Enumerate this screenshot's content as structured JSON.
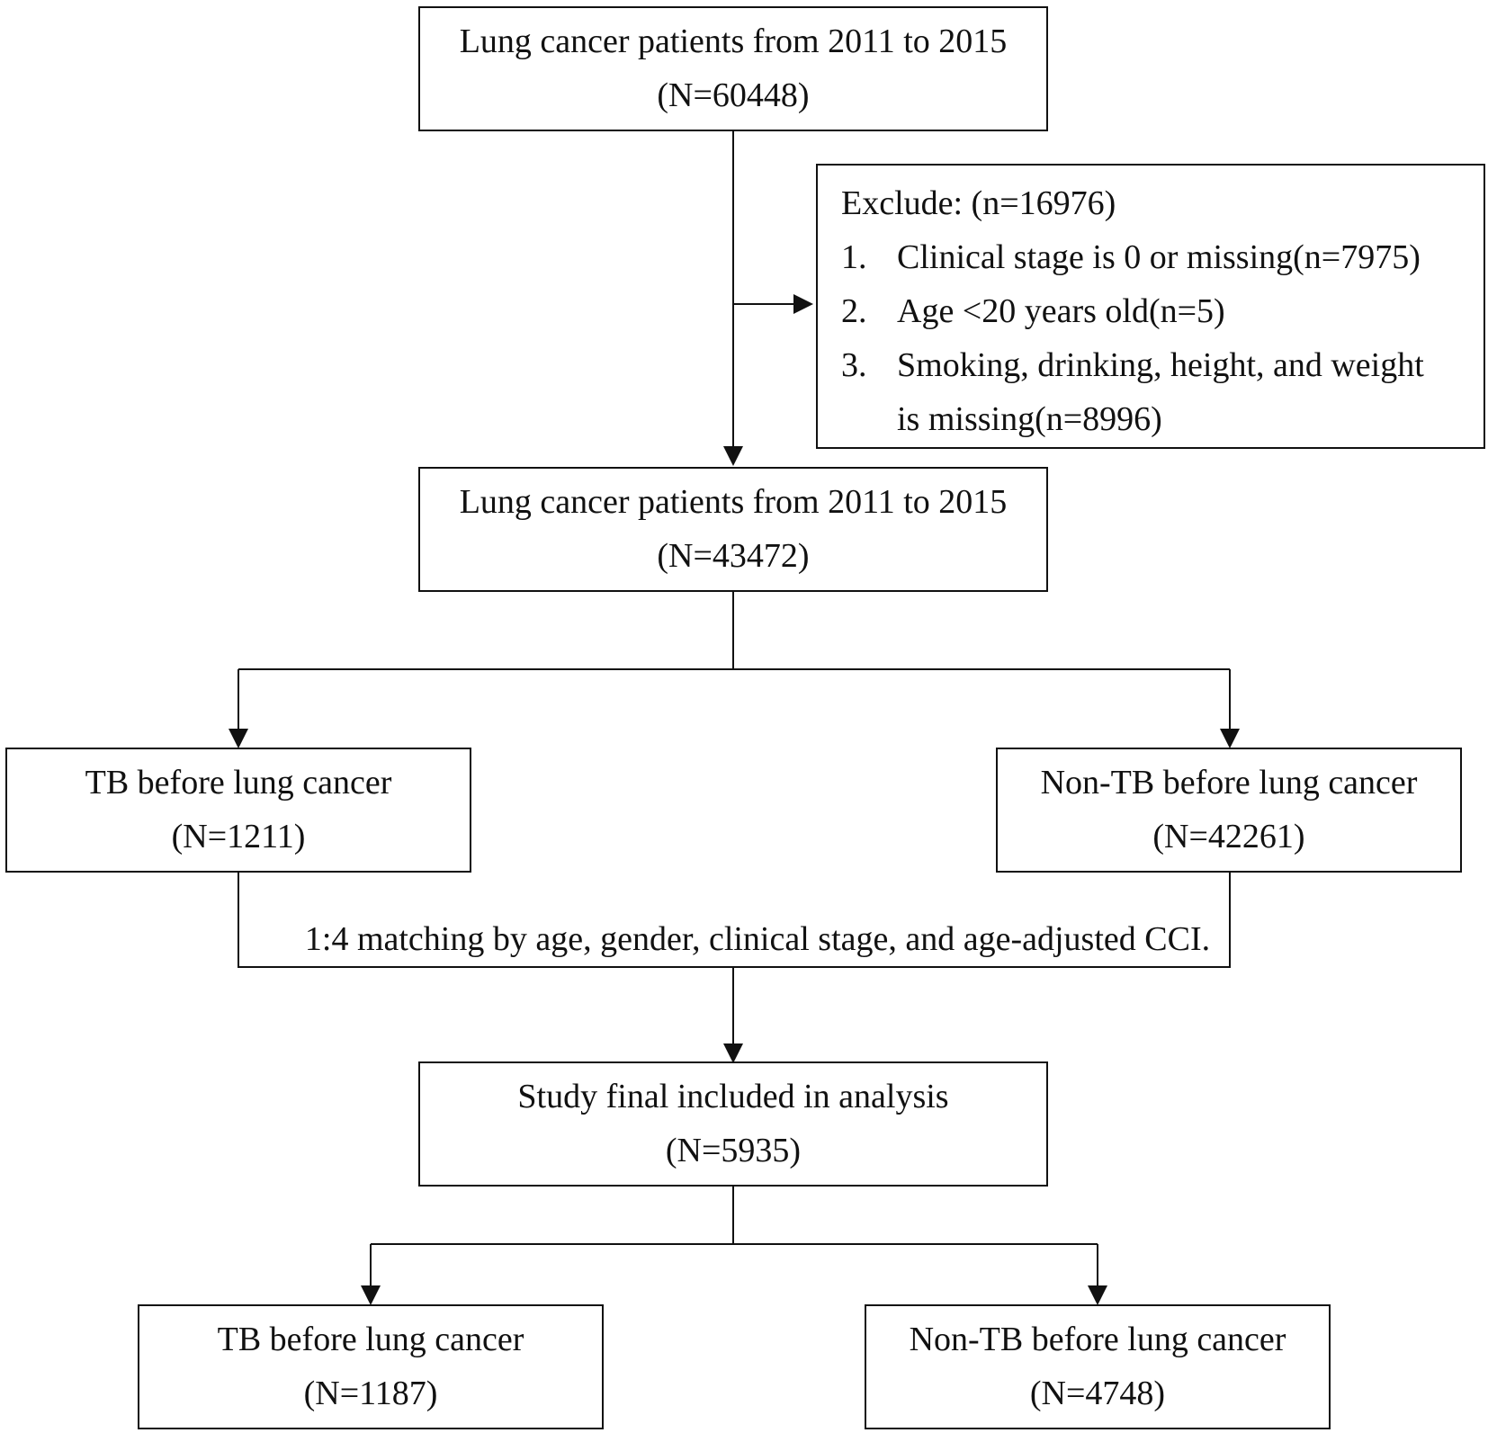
{
  "boxes": {
    "initial": {
      "line1": "Lung cancer patients from 2011 to 2015",
      "line2": "(N=60448)"
    },
    "exclude": {
      "header": "Exclude: (n=16976)",
      "items": [
        {
          "num": "1.",
          "text": "Clinical stage is 0 or missing(n=7975)"
        },
        {
          "num": "2.",
          "text": "Age <20 years old(n=5)"
        },
        {
          "num": "3.",
          "text": "Smoking, drinking, height, and weight",
          "cont": "is missing(n=8996)"
        }
      ]
    },
    "eligible": {
      "line1": "Lung cancer patients from 2011 to 2015",
      "line2": "(N=43472)"
    },
    "tb_before": {
      "line1": "TB before lung cancer",
      "line2": "(N=1211)"
    },
    "non_tb_before": {
      "line1": "Non-TB before lung cancer",
      "line2": "(N=42261)"
    },
    "matching": {
      "label": "1:4 matching by age, gender, clinical stage, and age-adjusted CCI."
    },
    "final": {
      "line1": "Study final included in analysis",
      "line2": "(N=5935)"
    },
    "tb_final": {
      "line1": "TB before lung cancer",
      "line2": "(N=1187)"
    },
    "non_tb_final": {
      "line1": "Non-TB before lung cancer",
      "line2": "(N=4748)"
    }
  }
}
